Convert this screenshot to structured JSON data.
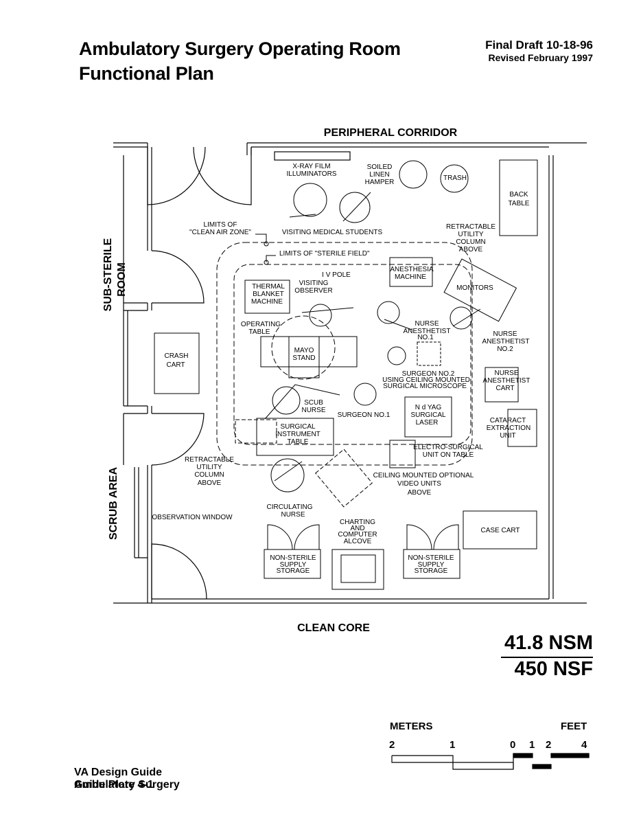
{
  "header": {
    "title_line1": "Ambulatory Surgery Operating Room",
    "title_line2": "Functional Plan",
    "draft": "Final Draft  10-18-96",
    "revised": "Revised February 1997"
  },
  "areas": {
    "nsm": "41.8 NSM",
    "nsf": "450 NSF"
  },
  "scale": {
    "meters_label": "METERS",
    "feet_label": "FEET",
    "m2": "2",
    "m1": "1",
    "f0": "0",
    "f1": "1",
    "f2": "2",
    "f4": "4"
  },
  "footer": {
    "line1": "VA Design Guide",
    "line2": "Ambulatory Surgery",
    "plate": "Guide Plate 4-1"
  },
  "plan": {
    "corridor_top": "PERIPHERAL CORRIDOR",
    "corridor_bottom": "CLEAN CORE",
    "sub_sterile": [
      "SUB-STERILE",
      "ROOM"
    ],
    "scrub_area": "SCRUB AREA",
    "xray": [
      "X-RAY FILM",
      "ILLUMINATORS"
    ],
    "soiled": [
      "SOILED",
      "LINEN",
      "HAMPER"
    ],
    "trash": "TRASH",
    "back_table": [
      "BACK",
      "TABLE"
    ],
    "students": "VISITING MEDICAL STUDENTS",
    "clean_air": [
      "LIMITS OF",
      "\"CLEAN AIR ZONE\""
    ],
    "sterile_field": "LIMITS OF \"STERILE FIELD\"",
    "util_col_top": [
      "RETRACTABLE",
      "UTILITY",
      "COLUMN",
      "ABOVE"
    ],
    "iv_pole": "I V  POLE",
    "anesthesia": [
      "ANESTHESIA",
      "MACHINE"
    ],
    "monitors": "MONITORS",
    "thermal": [
      "THERMAL",
      "BLANKET",
      "MACHINE"
    ],
    "visiting_observer": [
      "VISITING",
      "OBSERVER"
    ],
    "nurse_anes1": [
      "NURSE",
      "ANESTHETIST",
      "NO.1"
    ],
    "nurse_anes2": [
      "NURSE",
      "ANESTHETIST",
      "NO.2"
    ],
    "operating_table": [
      "OPERATING",
      "TABLE"
    ],
    "mayo": [
      "MAYO",
      "STAND"
    ],
    "crash": [
      "CRASH",
      "CART"
    ],
    "surgeon2": [
      "SURGEON NO.2",
      "USING CEILING MOUNTED",
      "SURGICAL MICROSCOPE"
    ],
    "anes_cart": [
      "NURSE",
      "ANESTHETIST",
      "CART"
    ],
    "scub_nurse": [
      "SCUB",
      "NURSE"
    ],
    "surgeon1": "SURGEON NO.1",
    "laser": [
      "N d YAG",
      "SURGICAL",
      "LASER"
    ],
    "cataract": [
      "CATARACT",
      "EXTRACTION",
      "UNIT"
    ],
    "instrument": [
      "SURGICAL",
      "INSTRUMENT",
      "TABLE"
    ],
    "util_col_left": [
      "RETRACTABLE",
      "UTILITY",
      "COLUMN",
      "ABOVE"
    ],
    "electro": [
      "ELECTRO-SURGICAL",
      "UNIT ON TABLE"
    ],
    "video": [
      "CEILING MOUNTED  OPTIONAL",
      "VIDEO UNITS",
      "ABOVE"
    ],
    "circulating": [
      "CIRCULATING",
      "NURSE"
    ],
    "observation": "OBSERVATION WINDOW",
    "charting": [
      "CHARTING",
      "AND",
      "COMPUTER",
      "ALCOVE"
    ],
    "case_cart": "CASE CART",
    "supply_left": [
      "NON-STERILE",
      "SUPPLY",
      "STORAGE"
    ],
    "supply_right": [
      "NON-STERILE",
      "SUPPLY",
      "STORAGE"
    ]
  }
}
